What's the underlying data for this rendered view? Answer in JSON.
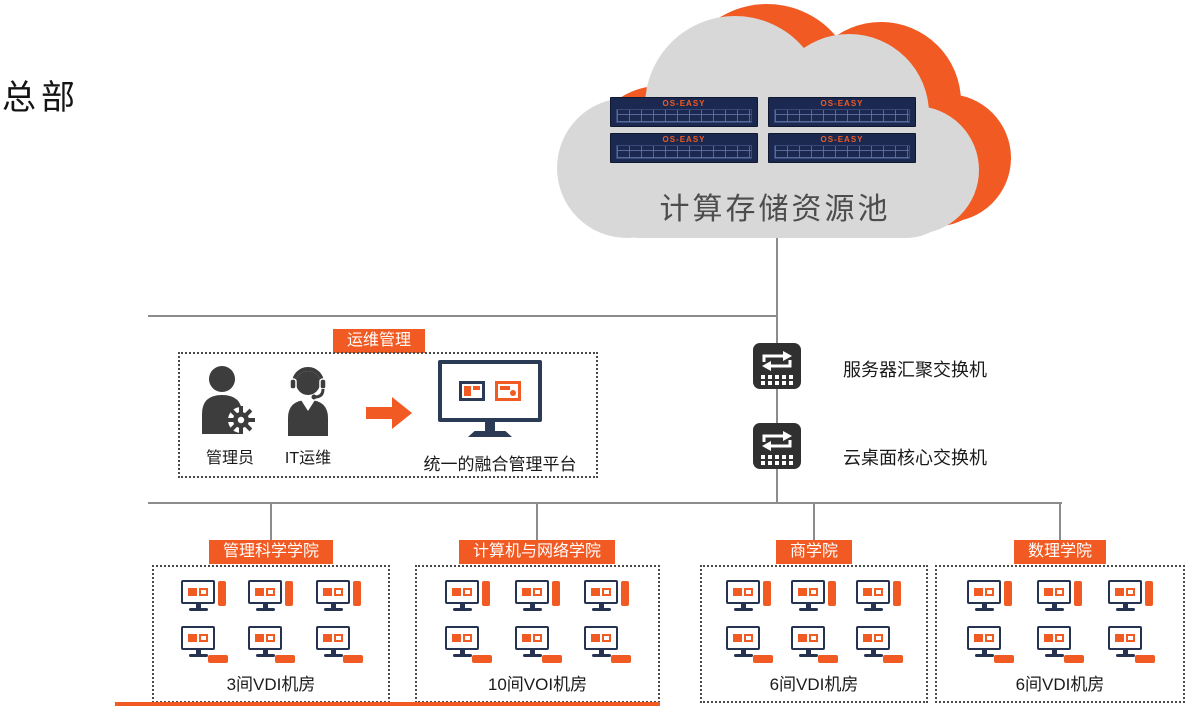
{
  "headquarters": "总部",
  "cloud": {
    "label": "计算存储资源池",
    "server_brand": "OS-EASY",
    "server_count": 4
  },
  "ops": {
    "tag": "运维管理",
    "roles": [
      {
        "label": "管理员"
      },
      {
        "label": "IT运维"
      }
    ],
    "platform_label": "统一的融合管理平台"
  },
  "switches": [
    {
      "label": "服务器汇聚交换机"
    },
    {
      "label": "云桌面核心交换机"
    }
  ],
  "colleges": [
    {
      "tag": "管理科学学院",
      "caption": "3间VDI机房"
    },
    {
      "tag": "计算机与网络学院",
      "caption": "10间VOI机房"
    },
    {
      "tag": "商学院",
      "caption": "6间VDI机房"
    },
    {
      "tag": "数理学院",
      "caption": "6间VDI机房"
    }
  ],
  "colors": {
    "accent": "#F15A22",
    "cloud_gray": "#D8D8D8",
    "server_navy": "#1B2950",
    "line_gray": "#8C8C8C"
  }
}
